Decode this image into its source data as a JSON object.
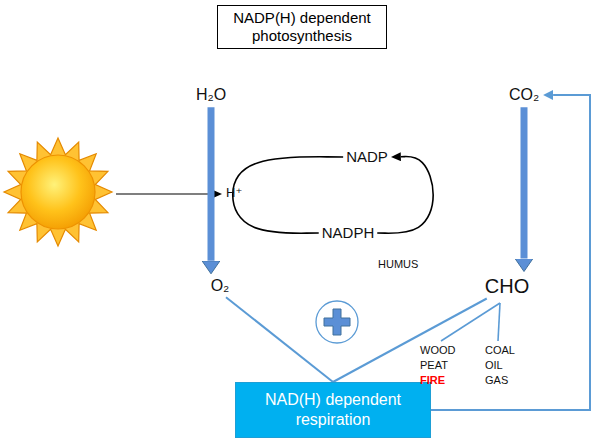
{
  "diagram": {
    "title": "NADP(H) dependent photosynthesis",
    "nodes": [
      {
        "text": [
          "H₂O"
        ]
      },
      {
        "text": [
          "CO₂"
        ]
      },
      {
        "text": [
          "NADP"
        ]
      },
      {
        "text": [
          "NADPH"
        ]
      },
      {
        "text": [
          "O₂"
        ]
      },
      {
        "text": [
          "CHO"
        ]
      },
      {
        "text": [
          "NAD(H) dependent respiration"
        ]
      }
    ],
    "edges": [
      {
        "from": 0,
        "to": 4,
        "arrow": "to"
      },
      {
        "from": 1,
        "to": 5,
        "arrow": "to"
      },
      {
        "from": 3,
        "to": 2,
        "arrow": "to"
      },
      {
        "from": 2,
        "to": 3,
        "arrow": "none"
      },
      {
        "from": 4,
        "to": 6,
        "arrow": "none"
      },
      {
        "from": 5,
        "to": 6,
        "arrow": "none"
      },
      {
        "from": 6,
        "to": 1,
        "arrow": "to"
      }
    ],
    "labels": [
      "H⁺",
      "HUMUS",
      "WOOD",
      "PEAT",
      "FIRE",
      "COAL",
      "OIL",
      "GAS"
    ]
  }
}
